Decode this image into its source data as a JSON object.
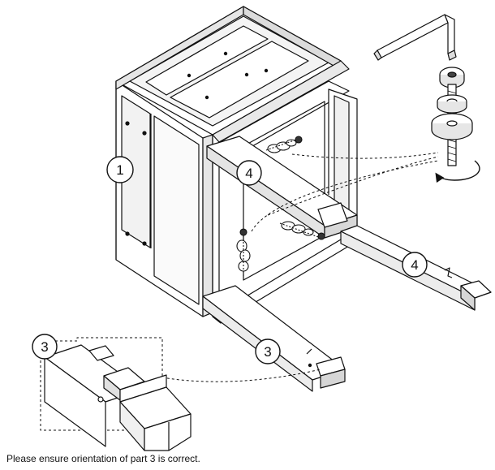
{
  "diagram": {
    "callouts": [
      {
        "id": "part-1",
        "label": "1"
      },
      {
        "id": "part-4-top",
        "label": "4"
      },
      {
        "id": "part-4-right",
        "label": "4"
      },
      {
        "id": "part-3-leg",
        "label": "3"
      },
      {
        "id": "part-3-detail",
        "label": "3"
      }
    ],
    "note": "Please ensure orientation of part 3 is correct.",
    "icons": [
      "allen-key-icon",
      "bolt-icon",
      "washer-icon",
      "rotation-arrow-icon"
    ],
    "colors": {
      "line": "#111111",
      "fill": "#ffffff",
      "shade": "#e6e6e6",
      "dark": "#444444"
    }
  }
}
